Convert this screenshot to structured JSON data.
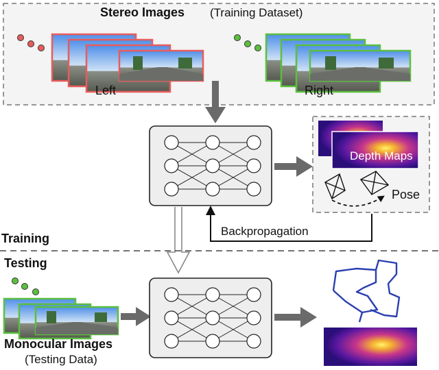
{
  "stereo": {
    "title": "Stereo Images",
    "subtitle": "(Training Dataset)",
    "left_label": "Left",
    "right_label": "Right"
  },
  "outputs": {
    "depth_label": "Depth Maps",
    "pose_label": "Pose"
  },
  "backprop_label": "Backpropagation",
  "sections": {
    "training": "Training",
    "testing": "Testing"
  },
  "monocular": {
    "title": "Monocular Images",
    "subtitle": "(Testing Data)"
  },
  "colors": {
    "left_frame": "#e85c5c",
    "right_frame": "#5bbf3f",
    "mono_frame": "#5bbf3f",
    "network_bg": "#eeeeee",
    "arrow_gray": "#6a6a6a",
    "trajectory": "#2a3fb0",
    "depth_dark": "#2a0e7a",
    "depth_bright": "#ffd23a"
  },
  "icons": [
    "neural-network-icon",
    "camera-frustum-icon",
    "trajectory-icon"
  ]
}
